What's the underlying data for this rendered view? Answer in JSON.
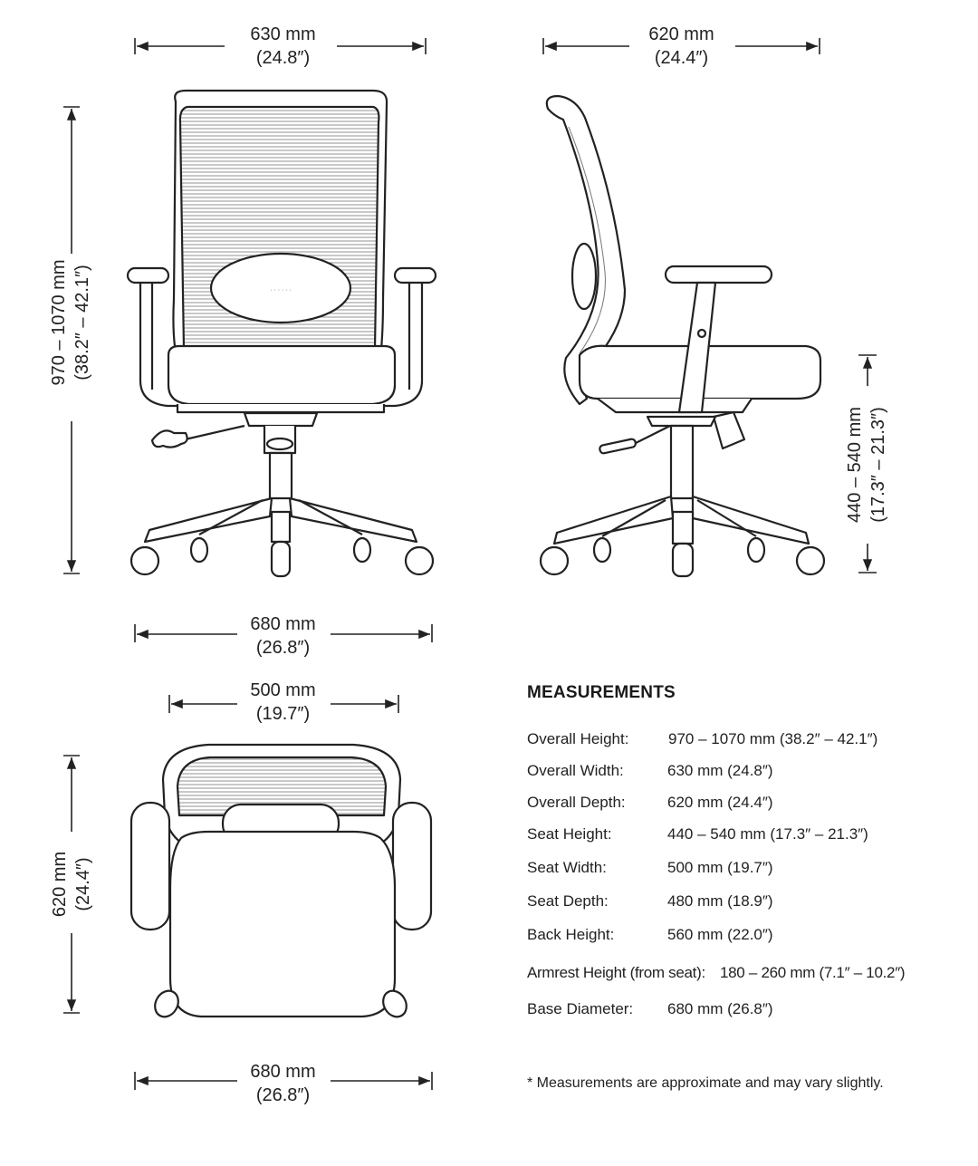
{
  "views": {
    "front": {
      "width_mm": "630 mm",
      "width_in": "(24.8″)",
      "height_mm": "970 – 1070 mm",
      "height_in": "(38.2″ – 42.1″)",
      "base_mm": "680 mm",
      "base_in": "(26.8″)"
    },
    "side": {
      "depth_mm": "620 mm",
      "depth_in": "(24.4″)",
      "seat_height_mm": "440 – 540 mm",
      "seat_height_in": "(17.3″ – 21.3″)"
    },
    "top": {
      "seat_width_mm": "500 mm",
      "seat_width_in": "(19.7″)",
      "depth_mm": "620 mm",
      "depth_in": "(24.4″)",
      "base_mm": "680 mm",
      "base_in": "(26.8″)"
    }
  },
  "measurements": {
    "title": "MEASUREMENTS",
    "rows": [
      {
        "label": "Overall Height:",
        "value": "970 – 1070 mm (38.2″ – 42.1″)"
      },
      {
        "label": "Overall Width:",
        "value": "630 mm (24.8″)"
      },
      {
        "label": "Overall Depth:",
        "value": "620 mm (24.4″)"
      },
      {
        "label": "Seat Height:",
        "value": "440 – 540 mm (17.3″ – 21.3″)"
      },
      {
        "label": "Seat Width:",
        "value": "500 mm (19.7″)"
      },
      {
        "label": "Seat Depth:",
        "value": "480 mm (18.9″)"
      },
      {
        "label": "Back Height:",
        "value": "560 mm (22.0″)"
      },
      {
        "label": "Armrest Height (from seat):",
        "value": "180 – 260 mm (7.1″ – 10.2″)"
      },
      {
        "label": "Base Diameter:",
        "value": "680 mm (26.8″)"
      }
    ],
    "note": "* Measurements are approximate and may vary slightly."
  }
}
